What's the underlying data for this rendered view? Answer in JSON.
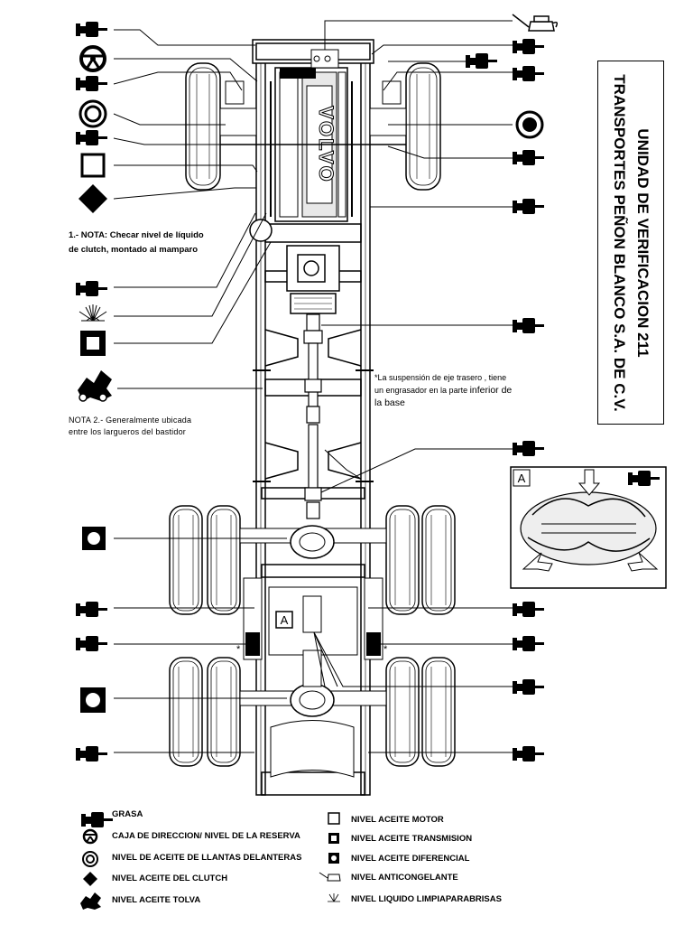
{
  "title": {
    "line1": "UNIDAD DE VERIFICACION 211",
    "line2": "TRANSPORTES PEÑON BLANCO S.A. DE C.V."
  },
  "notes": {
    "note1_line1": "1.- NOTA: Checar nivel de líquido",
    "note1_line2": "de clutch, montado al mamparo",
    "note2_line1": "NOTA 2.- Generalmente ubicada",
    "note2_line2": "entre los largueros del bastidor",
    "rear_line1": "*La suspensión de eje trasero , tiene",
    "rear_line2a": "un engrasador en la parte ",
    "rear_line2b": "inferior de",
    "rear_line3": "la base"
  },
  "brand_text": "VOLVO",
  "inset_label": "A",
  "detail_label": "A",
  "legend": {
    "grasa": "GRASA",
    "caja_direccion": "CAJA DE DIRECCION/ NIVEL DE LA RESERVA",
    "llantas_delanteras": "NIVEL DE ACEITE DE LLANTAS DELANTERAS",
    "clutch": "NIVEL ACEITE DEL CLUTCH",
    "tolva": "NIVEL ACEITE TOLVA",
    "motor": "NIVEL ACEITE MOTOR",
    "transmision": "NIVEL ACEITE TRANSMISION",
    "diferencial": "NIVEL ACEITE DIFERENCIAL",
    "anticongelante": "NIVEL ANTICONGELANTE",
    "limpiaparabrisas": "NIVEL LIQUIDO LIMPIAPARABRISAS"
  }
}
